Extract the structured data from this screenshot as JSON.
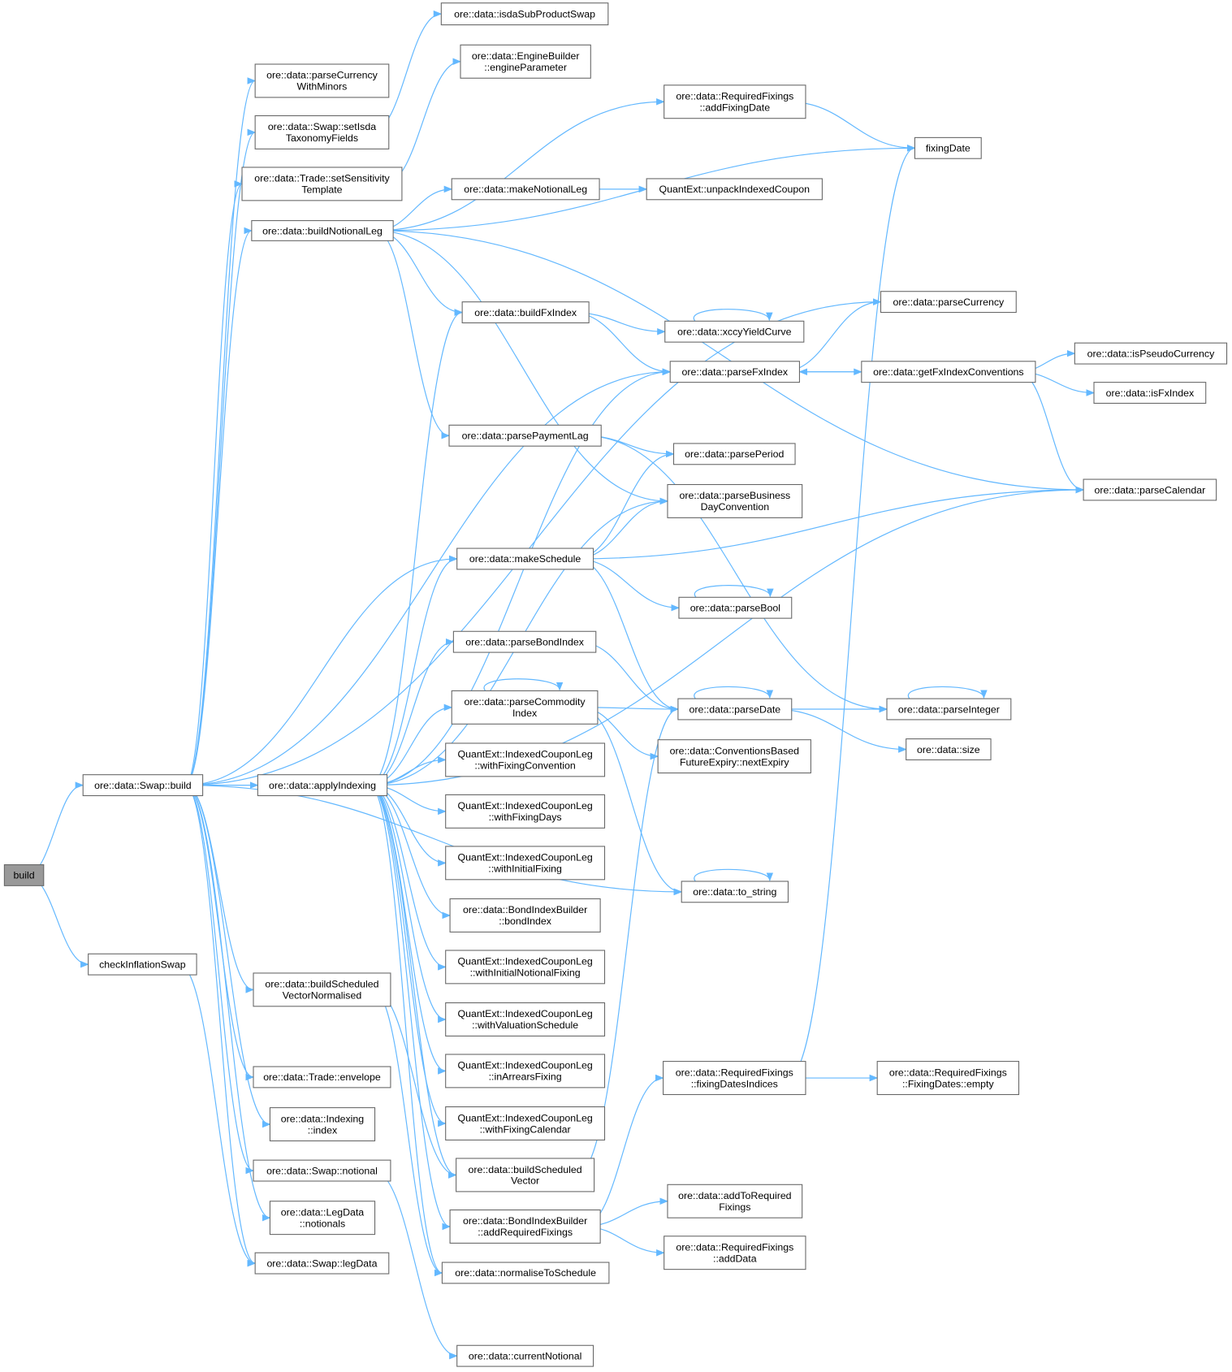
{
  "colors": {
    "edge": "#63b8ff",
    "node_border": "#666666",
    "root_fill": "#999999"
  },
  "nodes": [
    {
      "id": "build",
      "lines": [
        "build"
      ]
    },
    {
      "id": "swapbuild",
      "lines": [
        "ore::data::Swap::build"
      ]
    },
    {
      "id": "checkinfl",
      "lines": [
        "checkInflationSwap"
      ]
    },
    {
      "id": "pcwm",
      "lines": [
        "ore::data::parseCurrency",
        "WithMinors"
      ]
    },
    {
      "id": "setisda",
      "lines": [
        "ore::data::Swap::setIsda",
        "TaxonomyFields"
      ]
    },
    {
      "id": "setsens",
      "lines": [
        "ore::data::Trade::setSensitivity",
        "Template"
      ]
    },
    {
      "id": "bnl",
      "lines": [
        "ore::data::buildNotionalLeg"
      ]
    },
    {
      "id": "applyidx",
      "lines": [
        "ore::data::applyIndexing"
      ]
    },
    {
      "id": "bsvn",
      "lines": [
        "ore::data::buildScheduled",
        "VectorNormalised"
      ]
    },
    {
      "id": "envelope",
      "lines": [
        "ore::data::Trade::envelope"
      ]
    },
    {
      "id": "indexing",
      "lines": [
        "ore::data::Indexing",
        "::index"
      ]
    },
    {
      "id": "notional",
      "lines": [
        "ore::data::Swap::notional"
      ]
    },
    {
      "id": "notionals",
      "lines": [
        "ore::data::LegData",
        "::notionals"
      ]
    },
    {
      "id": "legdata",
      "lines": [
        "ore::data::Swap::legData"
      ]
    },
    {
      "id": "isdasub",
      "lines": [
        "ore::data::isdaSubProductSwap"
      ]
    },
    {
      "id": "engparam",
      "lines": [
        "ore::data::EngineBuilder",
        "::engineParameter"
      ]
    },
    {
      "id": "addfixdate",
      "lines": [
        "ore::data::RequiredFixings",
        "::addFixingDate"
      ]
    },
    {
      "id": "mnl",
      "lines": [
        "ore::data::makeNotionalLeg"
      ]
    },
    {
      "id": "bfx",
      "lines": [
        "ore::data::buildFxIndex"
      ]
    },
    {
      "id": "ppl",
      "lines": [
        "ore::data::parsePaymentLag"
      ]
    },
    {
      "id": "msched",
      "lines": [
        "ore::data::makeSchedule"
      ]
    },
    {
      "id": "pbi",
      "lines": [
        "ore::data::parseBondIndex"
      ]
    },
    {
      "id": "pci",
      "lines": [
        "ore::data::parseCommodity",
        "Index"
      ]
    },
    {
      "id": "wfc",
      "lines": [
        "QuantExt::IndexedCouponLeg",
        "::withFixingConvention"
      ]
    },
    {
      "id": "wfd",
      "lines": [
        "QuantExt::IndexedCouponLeg",
        "::withFixingDays"
      ]
    },
    {
      "id": "wif",
      "lines": [
        "QuantExt::IndexedCouponLeg",
        "::withInitialFixing"
      ]
    },
    {
      "id": "bondidx",
      "lines": [
        "ore::data::BondIndexBuilder",
        "::bondIndex"
      ]
    },
    {
      "id": "winf",
      "lines": [
        "QuantExt::IndexedCouponLeg",
        "::withInitialNotionalFixing"
      ]
    },
    {
      "id": "wvs",
      "lines": [
        "QuantExt::IndexedCouponLeg",
        "::withValuationSchedule"
      ]
    },
    {
      "id": "iaf",
      "lines": [
        "QuantExt::IndexedCouponLeg",
        "::inArrearsFixing"
      ]
    },
    {
      "id": "wfcal",
      "lines": [
        "QuantExt::IndexedCouponLeg",
        "::withFixingCalendar"
      ]
    },
    {
      "id": "bsv",
      "lines": [
        "ore::data::buildScheduled",
        "Vector"
      ]
    },
    {
      "id": "arf",
      "lines": [
        "ore::data::BondIndexBuilder",
        "::addRequiredFixings"
      ]
    },
    {
      "id": "nts",
      "lines": [
        "ore::data::normaliseToSchedule"
      ]
    },
    {
      "id": "curnot",
      "lines": [
        "ore::data::currentNotional"
      ]
    },
    {
      "id": "fixdate",
      "lines": [
        "fixingDate"
      ]
    },
    {
      "id": "unpack",
      "lines": [
        "QuantExt::unpackIndexedCoupon"
      ]
    },
    {
      "id": "pcur",
      "lines": [
        "ore::data::parseCurrency"
      ]
    },
    {
      "id": "xccy",
      "lines": [
        "ore::data::xccyYieldCurve"
      ]
    },
    {
      "id": "pfx",
      "lines": [
        "ore::data::parseFxIndex"
      ]
    },
    {
      "id": "getfx",
      "lines": [
        "ore::data::getFxIndexConventions"
      ]
    },
    {
      "id": "ispseudo",
      "lines": [
        "ore::data::isPseudoCurrency"
      ]
    },
    {
      "id": "isfx",
      "lines": [
        "ore::data::isFxIndex"
      ]
    },
    {
      "id": "pperiod",
      "lines": [
        "ore::data::parsePeriod"
      ]
    },
    {
      "id": "pbdc",
      "lines": [
        "ore::data::parseBusiness",
        "DayConvention"
      ]
    },
    {
      "id": "pcal",
      "lines": [
        "ore::data::parseCalendar"
      ]
    },
    {
      "id": "pbool",
      "lines": [
        "ore::data::parseBool"
      ]
    },
    {
      "id": "pdate",
      "lines": [
        "ore::data::parseDate"
      ]
    },
    {
      "id": "pint",
      "lines": [
        "ore::data::parseInteger"
      ]
    },
    {
      "id": "nextexp",
      "lines": [
        "ore::data::ConventionsBased",
        "FutureExpiry::nextExpiry"
      ]
    },
    {
      "id": "size",
      "lines": [
        "ore::data::size"
      ]
    },
    {
      "id": "tostr",
      "lines": [
        "ore::data::to_string"
      ]
    },
    {
      "id": "fdi",
      "lines": [
        "ore::data::RequiredFixings",
        "::fixingDatesIndices"
      ]
    },
    {
      "id": "fdempty",
      "lines": [
        "ore::data::RequiredFixings",
        "::FixingDates::empty"
      ]
    },
    {
      "id": "atrf",
      "lines": [
        "ore::data::addToRequired",
        "Fixings"
      ]
    },
    {
      "id": "adddata",
      "lines": [
        "ore::data::RequiredFixings",
        "::addData"
      ]
    }
  ]
}
